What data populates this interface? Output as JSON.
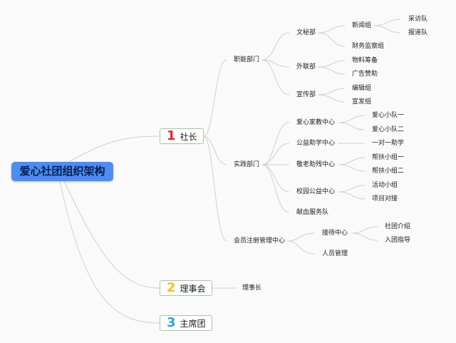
{
  "title": "爱心社团组织架构",
  "branches": [
    {
      "num": "1",
      "label": "社长",
      "num_color": "#e0262f"
    },
    {
      "num": "2",
      "label": "理事会",
      "num_color": "#f2c318"
    },
    {
      "num": "3",
      "label": "主席团",
      "num_color": "#2aa3e0"
    }
  ],
  "nodes": {
    "zhineng": "职能部门",
    "wenmi": "文秘部",
    "xinwen": "新闻组",
    "caifang": "采访队",
    "baodao": "报道队",
    "caiwu": "财务监察组",
    "wailian": "外联部",
    "wuliao": "物料筹备",
    "guanggao": "广告赞助",
    "xuanchuan": "宣传部",
    "bianji": "编辑组",
    "xuanfa": "宣发组",
    "shijian": "实践部门",
    "jiajiao": "爱心家教中心",
    "xiaodui1": "爱心小队一",
    "xiaodui2": "爱心小队二",
    "zhuxue": "公益助学中心",
    "yiduiyi": "一对一助学",
    "jinglao": "敬老助残中心",
    "bangfu1": "帮扶小组一",
    "bangfu2": "帮扶小组二",
    "xiaoyuan": "校园公益中心",
    "huodong": "活动小组",
    "xiangmu": "项目对接",
    "xianxue": "献血服务队",
    "huiyuan": "会员注册管理中心",
    "jiedai": "接待中心",
    "jieshao": "社团介绍",
    "zhiyin": "入团指导",
    "renyuan": "人员管理",
    "lishizhang": "理事长"
  }
}
